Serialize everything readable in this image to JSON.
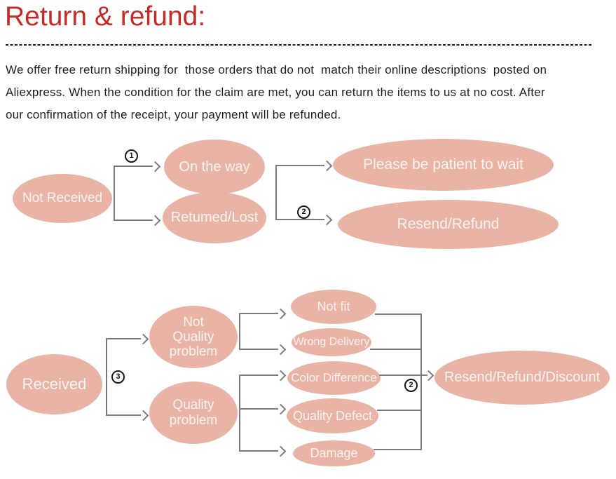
{
  "header": {
    "title": "Return & refund:"
  },
  "intro": {
    "lines": [
      "We offer free return shipping for  those orders that do not  match their online descriptions  posted on",
      "Aliexpress. When the condition for the claim are met, you can return the items to us at no cost. After",
      "our confirmation of the receipt, your payment will be refunded."
    ]
  },
  "flow_top": {
    "badges": {
      "step1": "1",
      "step2": "2"
    },
    "nodes": {
      "not_received": "Not Received",
      "on_the_way": "On the way",
      "returned_lost": "Retumed/Lost",
      "please_wait": "Please be patient to wait",
      "resend_refund": "Resend/Refund"
    }
  },
  "flow_bottom": {
    "badges": {
      "step3": "3",
      "step2": "2"
    },
    "nodes": {
      "received": "Received",
      "not_quality_problem": [
        "Not",
        "Quality",
        "problem"
      ],
      "quality_problem": [
        "Quality",
        "problem"
      ],
      "not_fit": "Not fit",
      "wrong_delivery": "Wrong Delivery",
      "color_difference": "Color Difference",
      "quality_defect": "Quality Defect",
      "damage": "Damage",
      "resend_refund_discount": "Resend/Refund/Discount"
    }
  },
  "colors": {
    "title_red": "#c62a26",
    "ellipse_fill": "#e9b4a5",
    "ellipse_text": "#faf3ef",
    "connector_gray": "#7b7b7b"
  }
}
